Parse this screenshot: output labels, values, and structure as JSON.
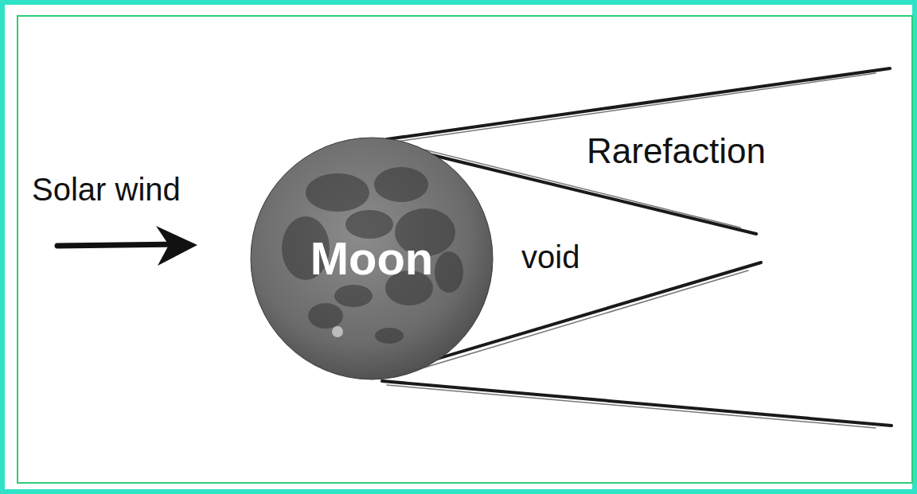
{
  "diagram": {
    "nodes": [
      {
        "text": [
          "Moon"
        ]
      }
    ],
    "labels": [
      "Solar wind",
      "void",
      "Rarefaction"
    ]
  }
}
